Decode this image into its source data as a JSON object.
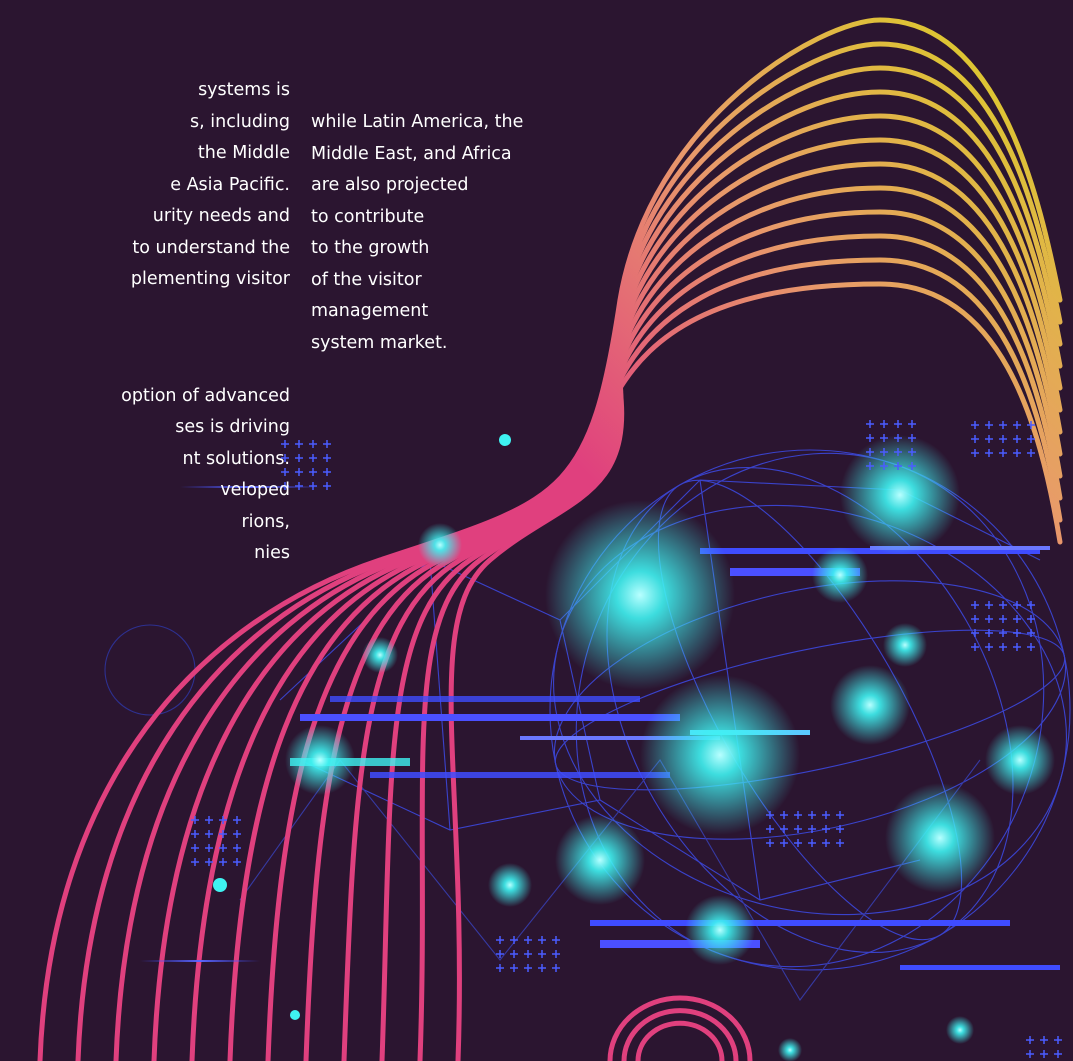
{
  "left_column": {
    "paragraph_1": " systems is\ns, including\nthe Middle\ne Asia Pacific.\nurity needs and\nto understand the\nplementing visitor",
    "paragraph_2": "option of advanced\nses is driving\nnt solutions.\nveloped\nrions,\nnies"
  },
  "right_column": {
    "paragraph_1": "while Latin America, the\nMiddle East, and Africa\nare also projected\nto contribute\nto the growth\nof the visitor\nmanagement\nsystem market."
  },
  "colors": {
    "background": "#2b1530",
    "pink": "#e0407e",
    "orange": "#e89a6a",
    "yellow": "#d8d81a",
    "cyan": "#3ff3f2",
    "blue": "#3f4cff"
  }
}
